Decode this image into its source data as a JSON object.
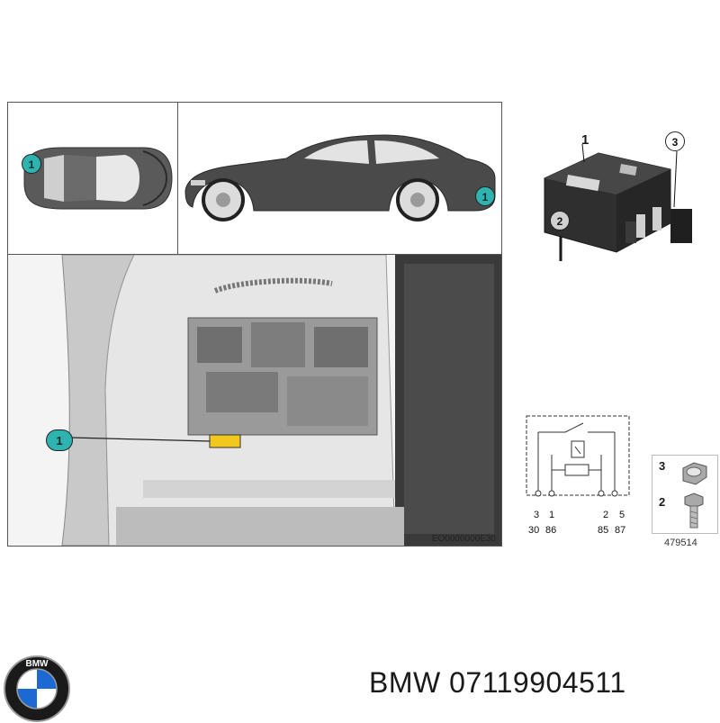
{
  "diagram_code": "EO0000000E30",
  "part_ref_code": "479514",
  "caption": "BMW 07119904511",
  "callouts": {
    "top_view": "1",
    "side_view": "1",
    "trunk_view": "1",
    "relay_main": "1",
    "relay_bolt": "2",
    "relay_nut": "3",
    "part_nut": "3",
    "part_bolt": "2"
  },
  "pins": {
    "top": [
      "3",
      "1",
      "2",
      "5"
    ],
    "bottom": [
      "30",
      "86",
      "85",
      "87"
    ]
  },
  "logo_text": "BMW",
  "colors": {
    "callout_teal": "#2fb3b0",
    "car_body": "#4a4a4a",
    "relay_body": "#2f2f2f",
    "highlight_yellow": "#f2c81e"
  }
}
